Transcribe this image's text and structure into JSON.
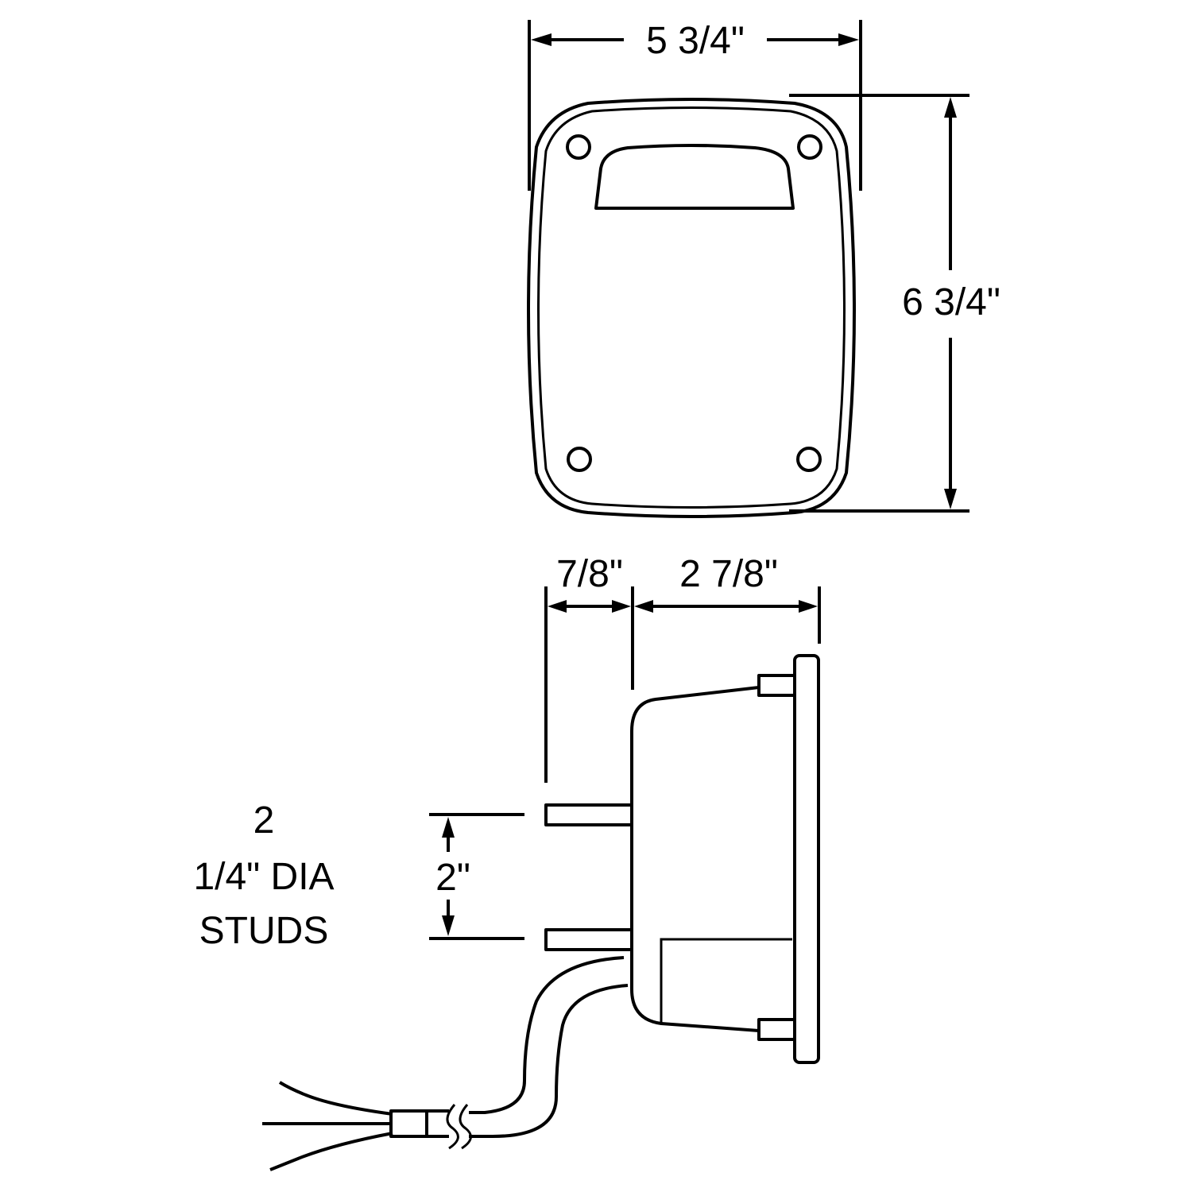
{
  "colors": {
    "line": "#000000",
    "background": "#ffffff"
  },
  "dimensions": {
    "width": "5 3/4\"",
    "height": "6 3/4\"",
    "stud_offset": "7/8\"",
    "depth": "2 7/8\"",
    "stud_spacing": "2\""
  },
  "callout": {
    "line1": "2",
    "line2": "1/4\" DIA",
    "line3": "STUDS"
  }
}
